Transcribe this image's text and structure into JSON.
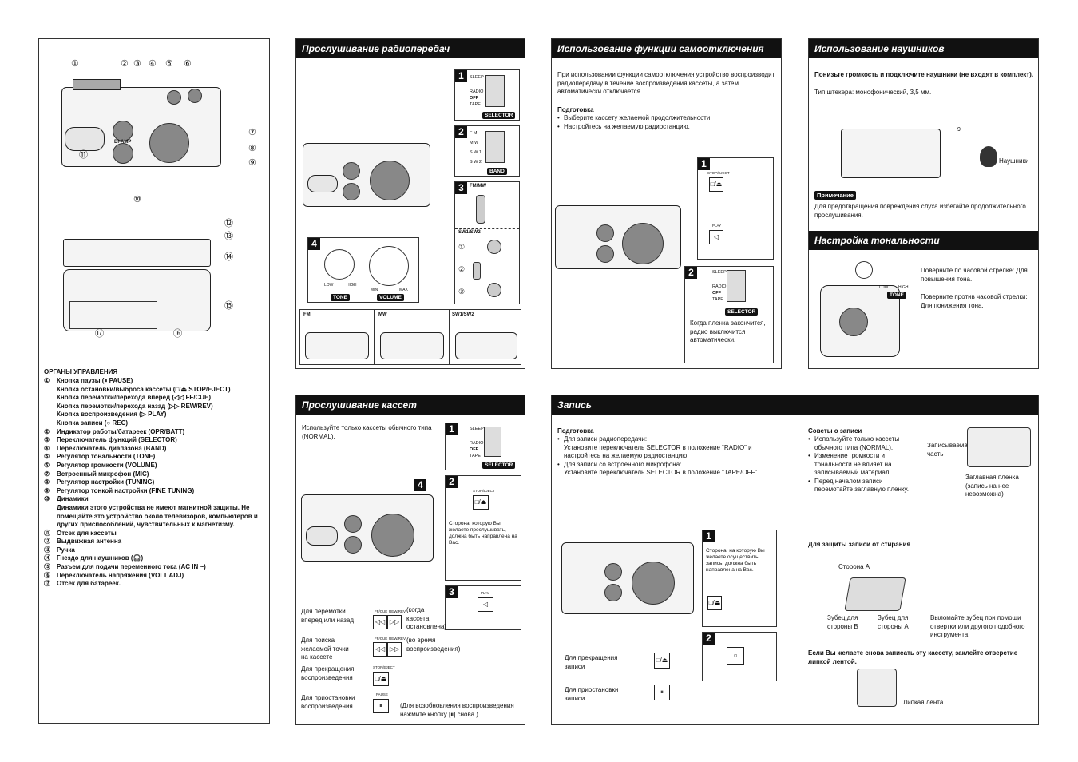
{
  "controls_panel": {
    "callouts_top": [
      "①",
      "②",
      "③",
      "④",
      "⑤",
      "⑥",
      "⑦",
      "⑧",
      "⑨",
      "⑪",
      "⑩"
    ],
    "callouts_bottom": [
      "⑫",
      "⑬",
      "⑭",
      "⑮",
      "⑰",
      "⑯"
    ],
    "device_label": "BI-AMP",
    "title": "ОРГАНЫ УПРАВЛЕНИЯ",
    "items": [
      {
        "n": "①",
        "t": "Кнопка паузы (⏸ PAUSE)"
      },
      {
        "n": "",
        "t": "Кнопка остановки/выброса кассеты (□/⏏ STOP/EJECT)"
      },
      {
        "n": "",
        "t": "Кнопка перемотки/перехода вперед (◁◁ FF/CUE)"
      },
      {
        "n": "",
        "t": "Кнопка перемотки/перехода назад (▷▷ REW/REV)"
      },
      {
        "n": "",
        "t": "Кнопка воспроизведения (▷ PLAY)"
      },
      {
        "n": "",
        "t": "Кнопка записи (○ REC)"
      },
      {
        "n": "②",
        "t": "Индикатор работы/батареек (OPR/BATT)"
      },
      {
        "n": "③",
        "t": "Переключатель функций (SELECTOR)"
      },
      {
        "n": "④",
        "t": "Переключатель диапазона (BAND)"
      },
      {
        "n": "⑤",
        "t": "Регулятор тональности (TONE)"
      },
      {
        "n": "⑥",
        "t": "Регулятор громкости (VOLUME)"
      },
      {
        "n": "⑦",
        "t": "Встроенный микрофон (MIC)"
      },
      {
        "n": "⑧",
        "t": "Регулятор настройки (TUNING)"
      },
      {
        "n": "⑨",
        "t": "Регулятор тонкой настройки (FINE TUNING)"
      },
      {
        "n": "⑩",
        "t": "Динамики"
      },
      {
        "n": "",
        "t": "Динамики этого устройства не имеют магнитной защиты. Не помещайте это устройство около телевизоров, компьютеров и других приспособлений, чувствительных к магнетизму."
      },
      {
        "n": "⑪",
        "t": "Отсек для кассеты"
      },
      {
        "n": "⑫",
        "t": "Выдвижная антенна"
      },
      {
        "n": "⑬",
        "t": "Ручка"
      },
      {
        "n": "⑭",
        "t": "Гнездо для наушников (🎧)"
      },
      {
        "n": "⑮",
        "t": "Разъем для подачи переменного тока (AC IN ~)"
      },
      {
        "n": "⑯",
        "t": "Переключатель напряжения (VOLT ADJ)"
      },
      {
        "n": "⑰",
        "t": "Отсек для батареек."
      }
    ]
  },
  "radio": {
    "title": "Прослушивание радиопередач",
    "steps": [
      "1",
      "2",
      "3",
      "4"
    ],
    "sel_labels": [
      "SLEEP",
      "RADIO",
      "OFF",
      "TAPE"
    ],
    "selector_tag": "SELECTOR",
    "band_labels": [
      "F M",
      "M W",
      "S W 1",
      "S W 2"
    ],
    "band_tag": "BAND",
    "fmmw": "FM/MW",
    "sw": "SW1/SW2",
    "sub": [
      "①",
      "②",
      "③"
    ],
    "knob_labels": {
      "low": "LOW",
      "high": "HIGH",
      "min": "MIN",
      "max": "MAX",
      "tone": "TONE",
      "volume": "VOLUME"
    },
    "bands": [
      "FM",
      "MW",
      "SW1/SW2"
    ]
  },
  "sleep": {
    "title": "Использование функции самоотключения",
    "intro": "При использовании функции самоотключения устройство воспроизводит радиопередачу в течение воспроизведения кассеты, а затем автоматически отключается.",
    "prep_title": "Подготовка",
    "prep": [
      "Выберите кассету желаемой продолжительности.",
      "Настройтесь на желаемую радиостанцию."
    ],
    "steps": [
      "1",
      "2"
    ],
    "stop_eject": "STOP/EJECT",
    "play": "PLAY",
    "note": "Когда пленка закончится, радио выключится автоматически."
  },
  "headphones": {
    "title": "Использование наушников",
    "bold": "Понизьте громкость и подключите наушники (не входят в комплект).",
    "plug": "Тип штекера: монофонический, 3,5 мм.",
    "callout": "9",
    "label": "Наушники",
    "note_title": "Примечание",
    "note": "Для предотвращения повреждения слуха избегайте продолжительного прослушивания."
  },
  "tone": {
    "title": "Настройка тональности",
    "low": "LOW",
    "high": "HIGH",
    "tag": "TONE",
    "cw": "Поверните по часовой стрелке: Для повышения тона.",
    "ccw": "Поверните против часовой стрелки: Для понижения тона."
  },
  "tapes": {
    "title": "Прослушивание кассет",
    "intro": "Используйте только кассеты обычного типа (NORMAL).",
    "steps": [
      "1",
      "2",
      "3",
      "4"
    ],
    "side_note": "Сторона, которую Вы желаете прослушивать, должна быть направлена на Вас.",
    "ff_label": "Для перемотки вперед или назад",
    "ff_note": "(когда кассета остановлена)",
    "cue_label": "Для поиска желаемой точки на кассете",
    "cue_note": "(во время воспроизведения)",
    "stop_label": "Для прекращения воспроизведения",
    "pause_label": "Для приостановки воспроизведения",
    "pause_note": "(Для возобновления воспроизведения нажмите кнопку [⏸] снова.)",
    "ffcue": "FF/CUE",
    "rewrev": "REW/REV",
    "stop_eject": "STOP/EJECT",
    "pause": "PAUSE",
    "play": "PLAY"
  },
  "record": {
    "title": "Запись",
    "prep_title": "Подготовка",
    "prep1": "Для записи радиопередачи:",
    "prep1b": "Установите переключатель SELECTOR в положение “RADIO” и настройтесь на желаемую радиостанцию.",
    "prep2": "Для записи со встроенного микрофона:",
    "prep2b": "Установите переключатель SELECTOR в положение “TAPE/OFF”.",
    "tips_title": "Советы о записи",
    "tips": [
      "Используйте только кассеты обычного типа (NORMAL).",
      "Изменение громкости и тональности не влияет на записываемый материал.",
      "Перед началом записи перемотайте заглавную пленку."
    ],
    "rec_part": "Записываемая часть",
    "leader": "Заглавная пленка (запись на нее невозможна)",
    "steps": [
      "1",
      "2"
    ],
    "side_note": "Сторона, на которую Вы желаете осуществить запись, должна быть направлена на Вас.",
    "stop_label": "Для прекращения записи",
    "pause_label": "Для приостановки записи",
    "protect_title": "Для защиты записи от стирания",
    "side_a": "Сторона A",
    "tab_b": "Зубец для стороны B",
    "tab_a": "Зубец для стороны A",
    "break_note": "Выломайте зубец при помощи отвертки или другого подобного инструмента.",
    "again": "Если Вы желаете снова записать эту кассету, заклейте отверстие липкой лентой.",
    "tape": "Липкая лента"
  }
}
